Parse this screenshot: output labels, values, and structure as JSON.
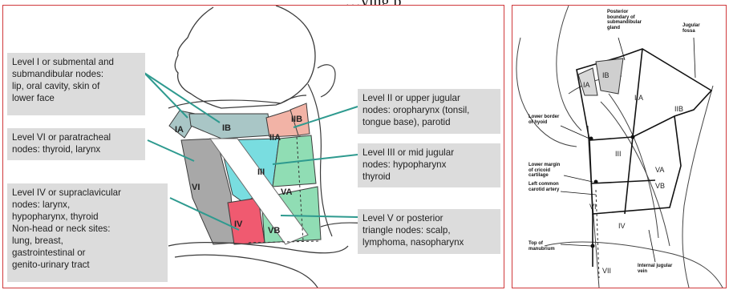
{
  "header": {
    "partial_text": "…ying p"
  },
  "left_diagram": {
    "labels": {
      "level1": "Level I or submental and\nsubmandibular nodes:\nlip, oral cavity, skin of\nlower face",
      "level6": "Level VI or paratracheal\nnodes: thyroid, larynx",
      "level4": "Level IV or supraclavicular\nnodes: larynx,\nhypopharynx, thyroid\nNon-head or neck sites:\nlung, breast,\ngastrointestinal or\ngenito-urinary tract",
      "level2": "Level II or upper jugular\nnodes: oropharynx (tonsil,\ntongue base), parotid",
      "level3": "Level III or mid jugular\nnodes: hypopharynx\nthyroid",
      "level5": "Level V or posterior\ntriangle nodes: scalp,\nlymphoma, nasopharynx"
    },
    "regions": {
      "ia": "IA",
      "ib": "IB",
      "iia": "IIA",
      "iib": "IIB",
      "iii": "III",
      "iv": "IV",
      "va": "VA",
      "vb": "VB",
      "vi": "VI"
    },
    "colors": {
      "level_i": "#a9c6c6",
      "level_ii": "#f2b3a6",
      "level_iii": "#79dde0",
      "level_iv": "#f05a70",
      "level_v": "#90ddb4",
      "level_vi": "#a8a8a8",
      "leader": "#2e9a8f"
    }
  },
  "right_diagram": {
    "annotations": {
      "posterior_boundary": "Posterior\nboundary of\nsubmandibular\ngland",
      "jugular_fossa": "Jugular\nfossa",
      "lower_border_hyoid": "Lower border\nof hyoid",
      "lower_margin_cricoid": "Lower margin\nof cricoid\ncartilage",
      "left_common_carotid": "Left common\ncarotid artery",
      "top_manubrium": "Top of\nmanubrium",
      "internal_jugular": "Internal jugular\nvein"
    },
    "regions": {
      "ia": "IA",
      "ib": "IB",
      "iia": "IIA",
      "iib": "IIB",
      "iii": "III",
      "iv": "IV",
      "va": "VA",
      "vb": "VB",
      "vi": "VI",
      "vii": "VII"
    }
  }
}
